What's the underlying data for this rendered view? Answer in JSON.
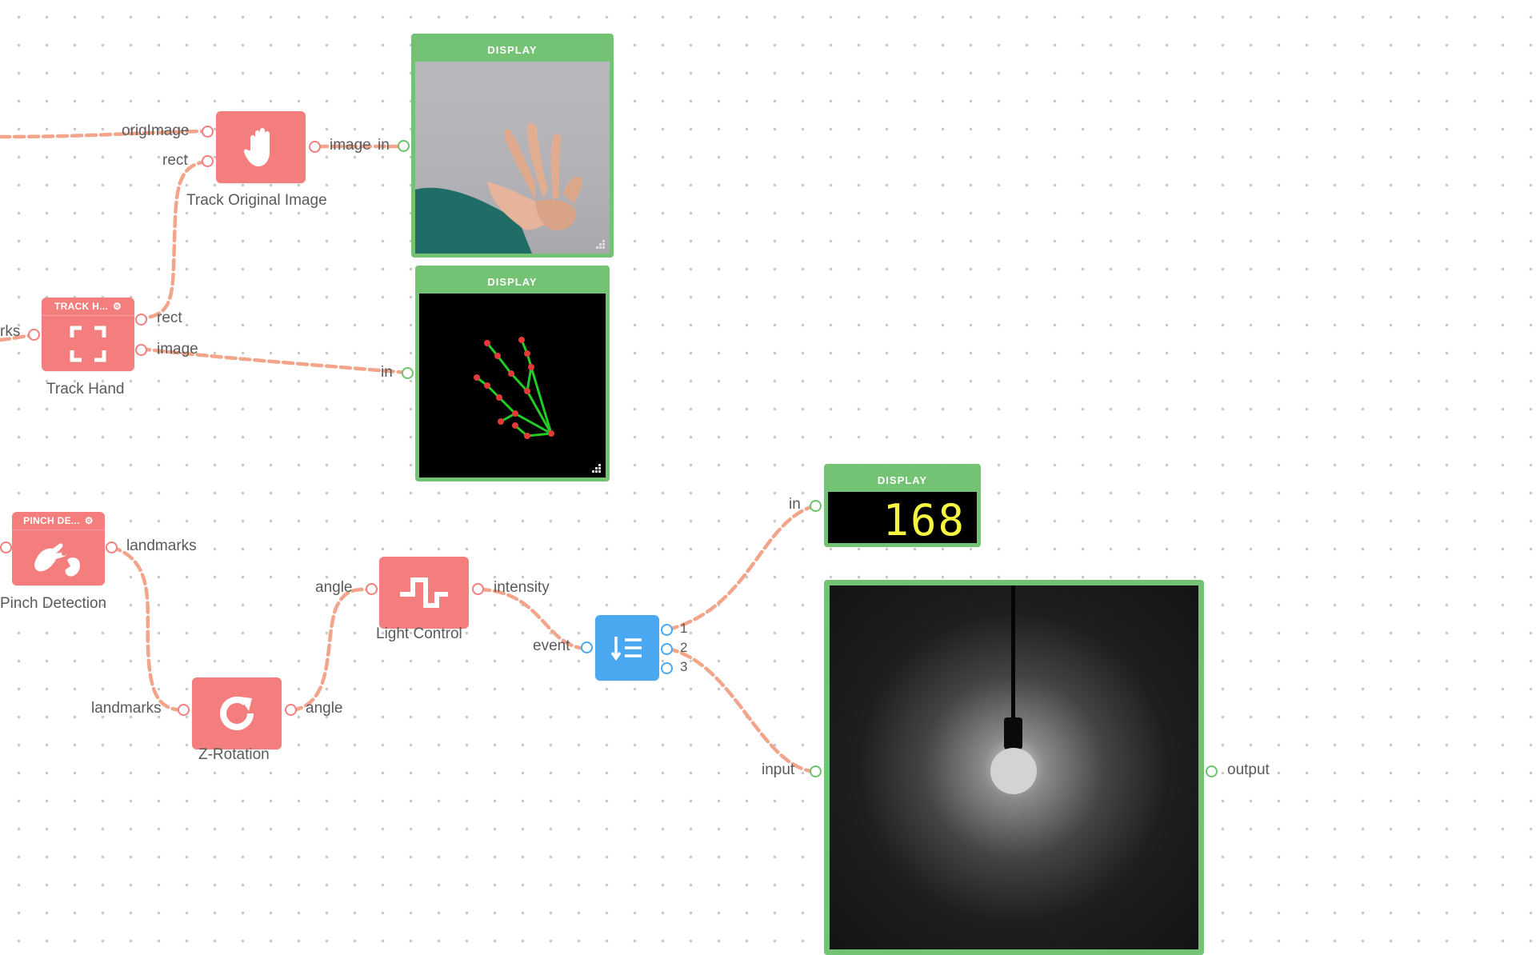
{
  "nodes": {
    "track_original": {
      "label": "Track Original Image",
      "in_ports": [
        "origImage",
        "rect"
      ],
      "out_ports": [
        "image"
      ],
      "icon": "hand-icon"
    },
    "track_hand": {
      "header": "TRACK H...",
      "label": "Track Hand",
      "in_ports": [
        "rks"
      ],
      "out_ports": [
        "rect",
        "image"
      ],
      "icon": "frame-corners-icon"
    },
    "pinch": {
      "header": "PINCH DE...",
      "label": "Pinch Detection",
      "out_ports": [
        "landmarks"
      ],
      "icon": "pinch-hand-icon"
    },
    "z_rotation": {
      "label": "Z-Rotation",
      "in_ports": [
        "landmarks"
      ],
      "out_ports": [
        "angle"
      ],
      "icon": "rotate-icon"
    },
    "light_control": {
      "label": "Light Control",
      "in_ports": [
        "angle"
      ],
      "out_ports": [
        "intensity"
      ],
      "icon": "pulse-wave-icon"
    },
    "router": {
      "in_ports": [
        "event"
      ],
      "out_ports": [
        "1",
        "2",
        "3"
      ],
      "icon": "sort-list-icon"
    }
  },
  "displays": {
    "display1": {
      "header": "DISPLAY",
      "in_port": "in"
    },
    "display2": {
      "header": "DISPLAY",
      "in_port": "in"
    },
    "display3": {
      "header": "DISPLAY",
      "in_port": "in",
      "value": "168",
      "value_color": "#f5f542"
    },
    "lamp": {
      "in_port": "input",
      "out_port": "output",
      "brightness": 168,
      "brightness_max": 255
    }
  },
  "colors": {
    "node_red": "#f47e7e",
    "node_blue": "#4aa8f0",
    "display_green": "#74c374",
    "wire": "#f2a58a"
  }
}
